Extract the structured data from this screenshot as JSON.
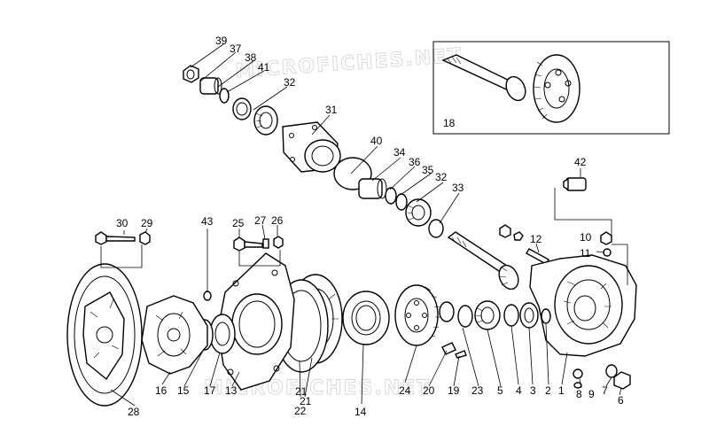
{
  "watermark": "MICROFICHES.NET",
  "callouts": {
    "c1": "1",
    "c2": "2",
    "c3": "3",
    "c4": "4",
    "c5": "5",
    "c6": "6",
    "c7": "7",
    "c8": "8",
    "c9": "9",
    "c10": "10",
    "c11": "11",
    "c12": "12",
    "c13": "13",
    "c14": "14",
    "c15": "15",
    "c16": "16",
    "c17": "17",
    "c18": "18",
    "c19": "19",
    "c20": "20",
    "c21a": "21",
    "c21b": "21",
    "c22": "22",
    "c23": "23",
    "c24": "24",
    "c25": "25",
    "c26": "26",
    "c27": "27",
    "c28": "28",
    "c29": "29",
    "c30": "30",
    "c31": "31",
    "c32a": "32",
    "c32b": "32",
    "c33": "33",
    "c34": "34",
    "c35": "35",
    "c36": "36",
    "c37": "37",
    "c38": "38",
    "c39": "39",
    "c40": "40",
    "c41": "41",
    "c42": "42",
    "c43": "43"
  }
}
